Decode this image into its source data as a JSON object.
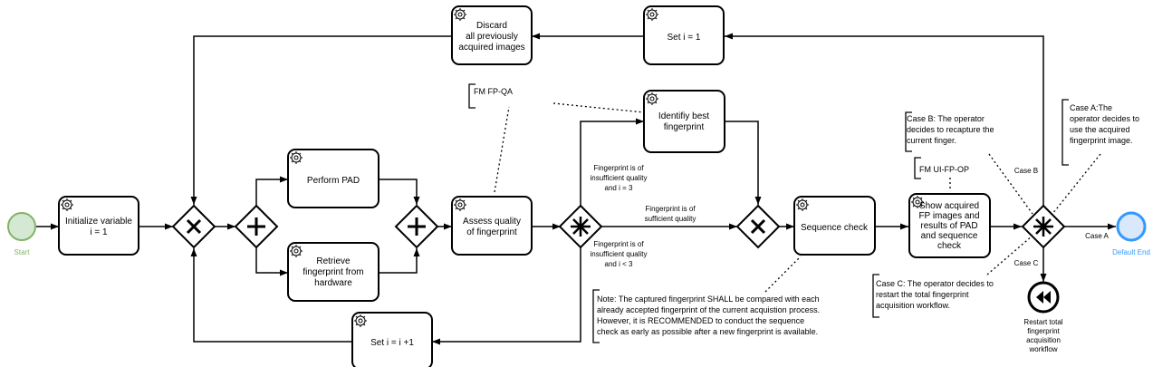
{
  "start_event": {
    "label": "Start",
    "color": "#82b366"
  },
  "end_event": {
    "label": "Default End",
    "color": "#3399ff"
  },
  "tasks": {
    "discard": [
      "Discard",
      "all previously",
      "acquired images"
    ],
    "set_i_1_top": [
      "Set i = 1"
    ],
    "initialize": [
      "Initialize variable",
      "i = 1"
    ],
    "perform_pad": [
      "Perform PAD"
    ],
    "retrieve": [
      "Retrieve",
      "fingerprint from",
      "hardware"
    ],
    "assess": [
      "Assess quality",
      "of fingerprint"
    ],
    "identify": [
      "Identifiy best",
      "fingerprint"
    ],
    "sequence_check": [
      "Sequence check"
    ],
    "show_acquired": [
      "Show acquired",
      "FP images and",
      "results of PAD",
      "and sequence",
      "check"
    ],
    "set_i_inc": [
      "Set i = i +1"
    ]
  },
  "restart_event": {
    "label": [
      "Restart total",
      "fingerprint",
      "acquisition",
      "workflow"
    ]
  },
  "edge_labels": {
    "insufficient_eq3": [
      "Fingerprint is of",
      "insufficient quality",
      "and i = 3"
    ],
    "sufficient": [
      "Fingerprint is of",
      "sufficient quality"
    ],
    "insufficient_lt3": [
      "Fingerprint is of",
      "insufficient quality",
      "and i < 3"
    ],
    "case_a": "Case A",
    "case_b": "Case B",
    "case_c": "Case C"
  },
  "annotations": {
    "fm_fp_qa": [
      "FM FP-QA"
    ],
    "fm_ui_fp_op": [
      "FM UI-FP-OP"
    ],
    "case_b_note": [
      "Case B: The operator",
      "decides to recapture the",
      "current finger."
    ],
    "case_a_note": [
      "Case A:The",
      "operator decides to",
      "use the acquired",
      "fingerprint image."
    ],
    "case_c_note": [
      "Case C: The operator decides to",
      "restart the total fingerprint",
      "acquisition workflow."
    ],
    "sequence_note": [
      "Note: The captured fingerprint SHALL be compared with each",
      "already accepted fingerprint of the current acquistion process.",
      "However, it is RECOMMENDED to conduct the sequence",
      "check as early as possible after a new fingerprint is available."
    ]
  }
}
